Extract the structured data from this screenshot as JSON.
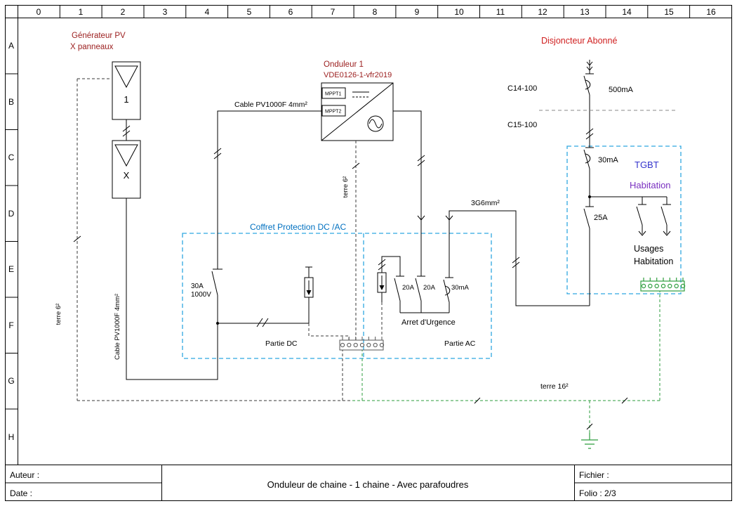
{
  "frame": {
    "columns": [
      "0",
      "1",
      "2",
      "3",
      "4",
      "5",
      "6",
      "7",
      "8",
      "9",
      "10",
      "11",
      "12",
      "13",
      "14",
      "15",
      "16"
    ],
    "rows": [
      "A",
      "B",
      "C",
      "D",
      "E",
      "F",
      "G",
      "H"
    ]
  },
  "title_block": {
    "author_label": "Auteur :",
    "date_label": "Date :",
    "title": "Onduleur de chaine - 1 chaine - Avec parafoudres",
    "file_label": "Fichier :",
    "folio": "Folio : 2/3"
  },
  "colors": {
    "dark_red": "#9c2020",
    "bright_red": "#d02020",
    "box_blue": "#2fa8e0",
    "coffret_label_blue": "#0070c0",
    "tgbt_blue": "#3333cc",
    "habitation_purple": "#7a30c0",
    "earth_green": "#2e9e3e",
    "wire_black": "#000000",
    "separator_grey": "#888888"
  },
  "pv": {
    "title_line1": "Générateur PV",
    "title_line2": "X panneaux",
    "panel_first": "1",
    "panel_last": "X",
    "cable_top": "Cable PV1000F 4mm²",
    "cable_left": "Cable PV1000F 4mm²"
  },
  "inverter": {
    "name": "Onduleur 1",
    "standard": "VDE0126-1-vfr2019",
    "mppt1": "MPPT1",
    "mppt2": "MPPT2"
  },
  "coffret": {
    "title": "Coffret Protection DC /AC",
    "dc_switch_rating": "30A",
    "dc_switch_voltage": "1000V",
    "breaker1": "20A",
    "breaker2": "20A",
    "differential": "30mA",
    "emergency": "Arret d'Urgence",
    "partie_dc": "Partie DC",
    "partie_ac": "Partie AC"
  },
  "ac_link": {
    "cable": "3G6mm²"
  },
  "utility": {
    "title": "Disjoncteur Abonné",
    "c14": "C14-100",
    "c15": "C15-100",
    "sensitivity": "500mA"
  },
  "tgbt": {
    "name": "TGBT",
    "name2": "Habitation",
    "differential": "30mA",
    "breaker": "25A",
    "usages_line1": "Usages",
    "usages_line2": "Habitation"
  },
  "earth": {
    "terre6_left": "terre 6²",
    "terre6_mid": "terre 6²",
    "terre16": "terre 16²"
  }
}
